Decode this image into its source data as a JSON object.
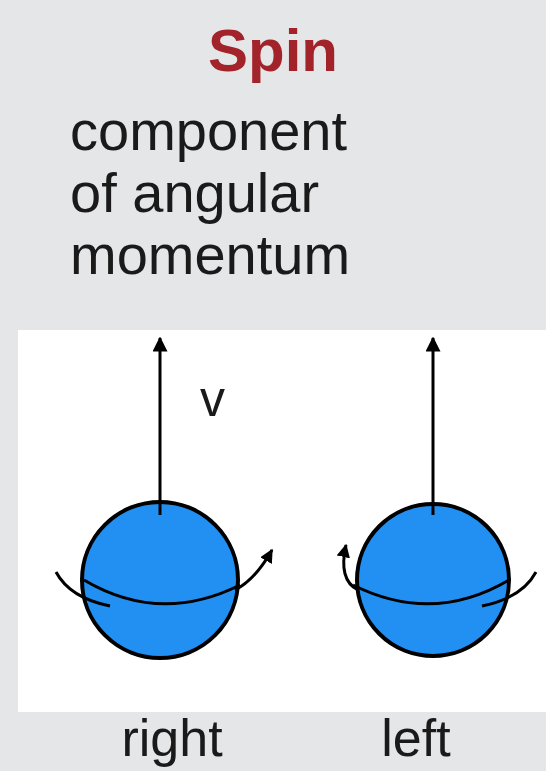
{
  "diagram": {
    "title": "Spin",
    "labels": [
      "component of angular momentum",
      "v",
      "right",
      "left"
    ]
  }
}
